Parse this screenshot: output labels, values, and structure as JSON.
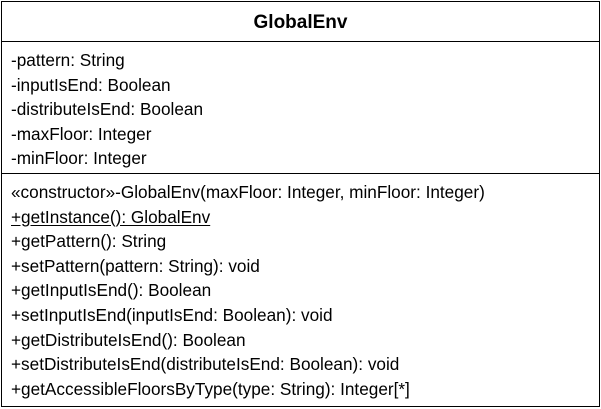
{
  "class": {
    "name": "GlobalEnv",
    "attributes": [
      "-pattern: String",
      "-inputIsEnd: Boolean",
      "-distributeIsEnd: Boolean",
      "-maxFloor: Integer",
      "-minFloor: Integer"
    ],
    "operations": [
      "«constructor»-GlobalEnv(maxFloor: Integer, minFloor: Integer)",
      "+getInstance(): GlobalEnv",
      "+getPattern(): String",
      "+setPattern(pattern: String): void",
      "+getInputIsEnd(): Boolean",
      "+setInputIsEnd(inputIsEnd: Boolean): void",
      "+getDistributeIsEnd(): Boolean",
      "+setDistributeIsEnd(distributeIsEnd: Boolean): void",
      "+getAccessibleFloorsByType(type: String): Integer[*]"
    ]
  }
}
